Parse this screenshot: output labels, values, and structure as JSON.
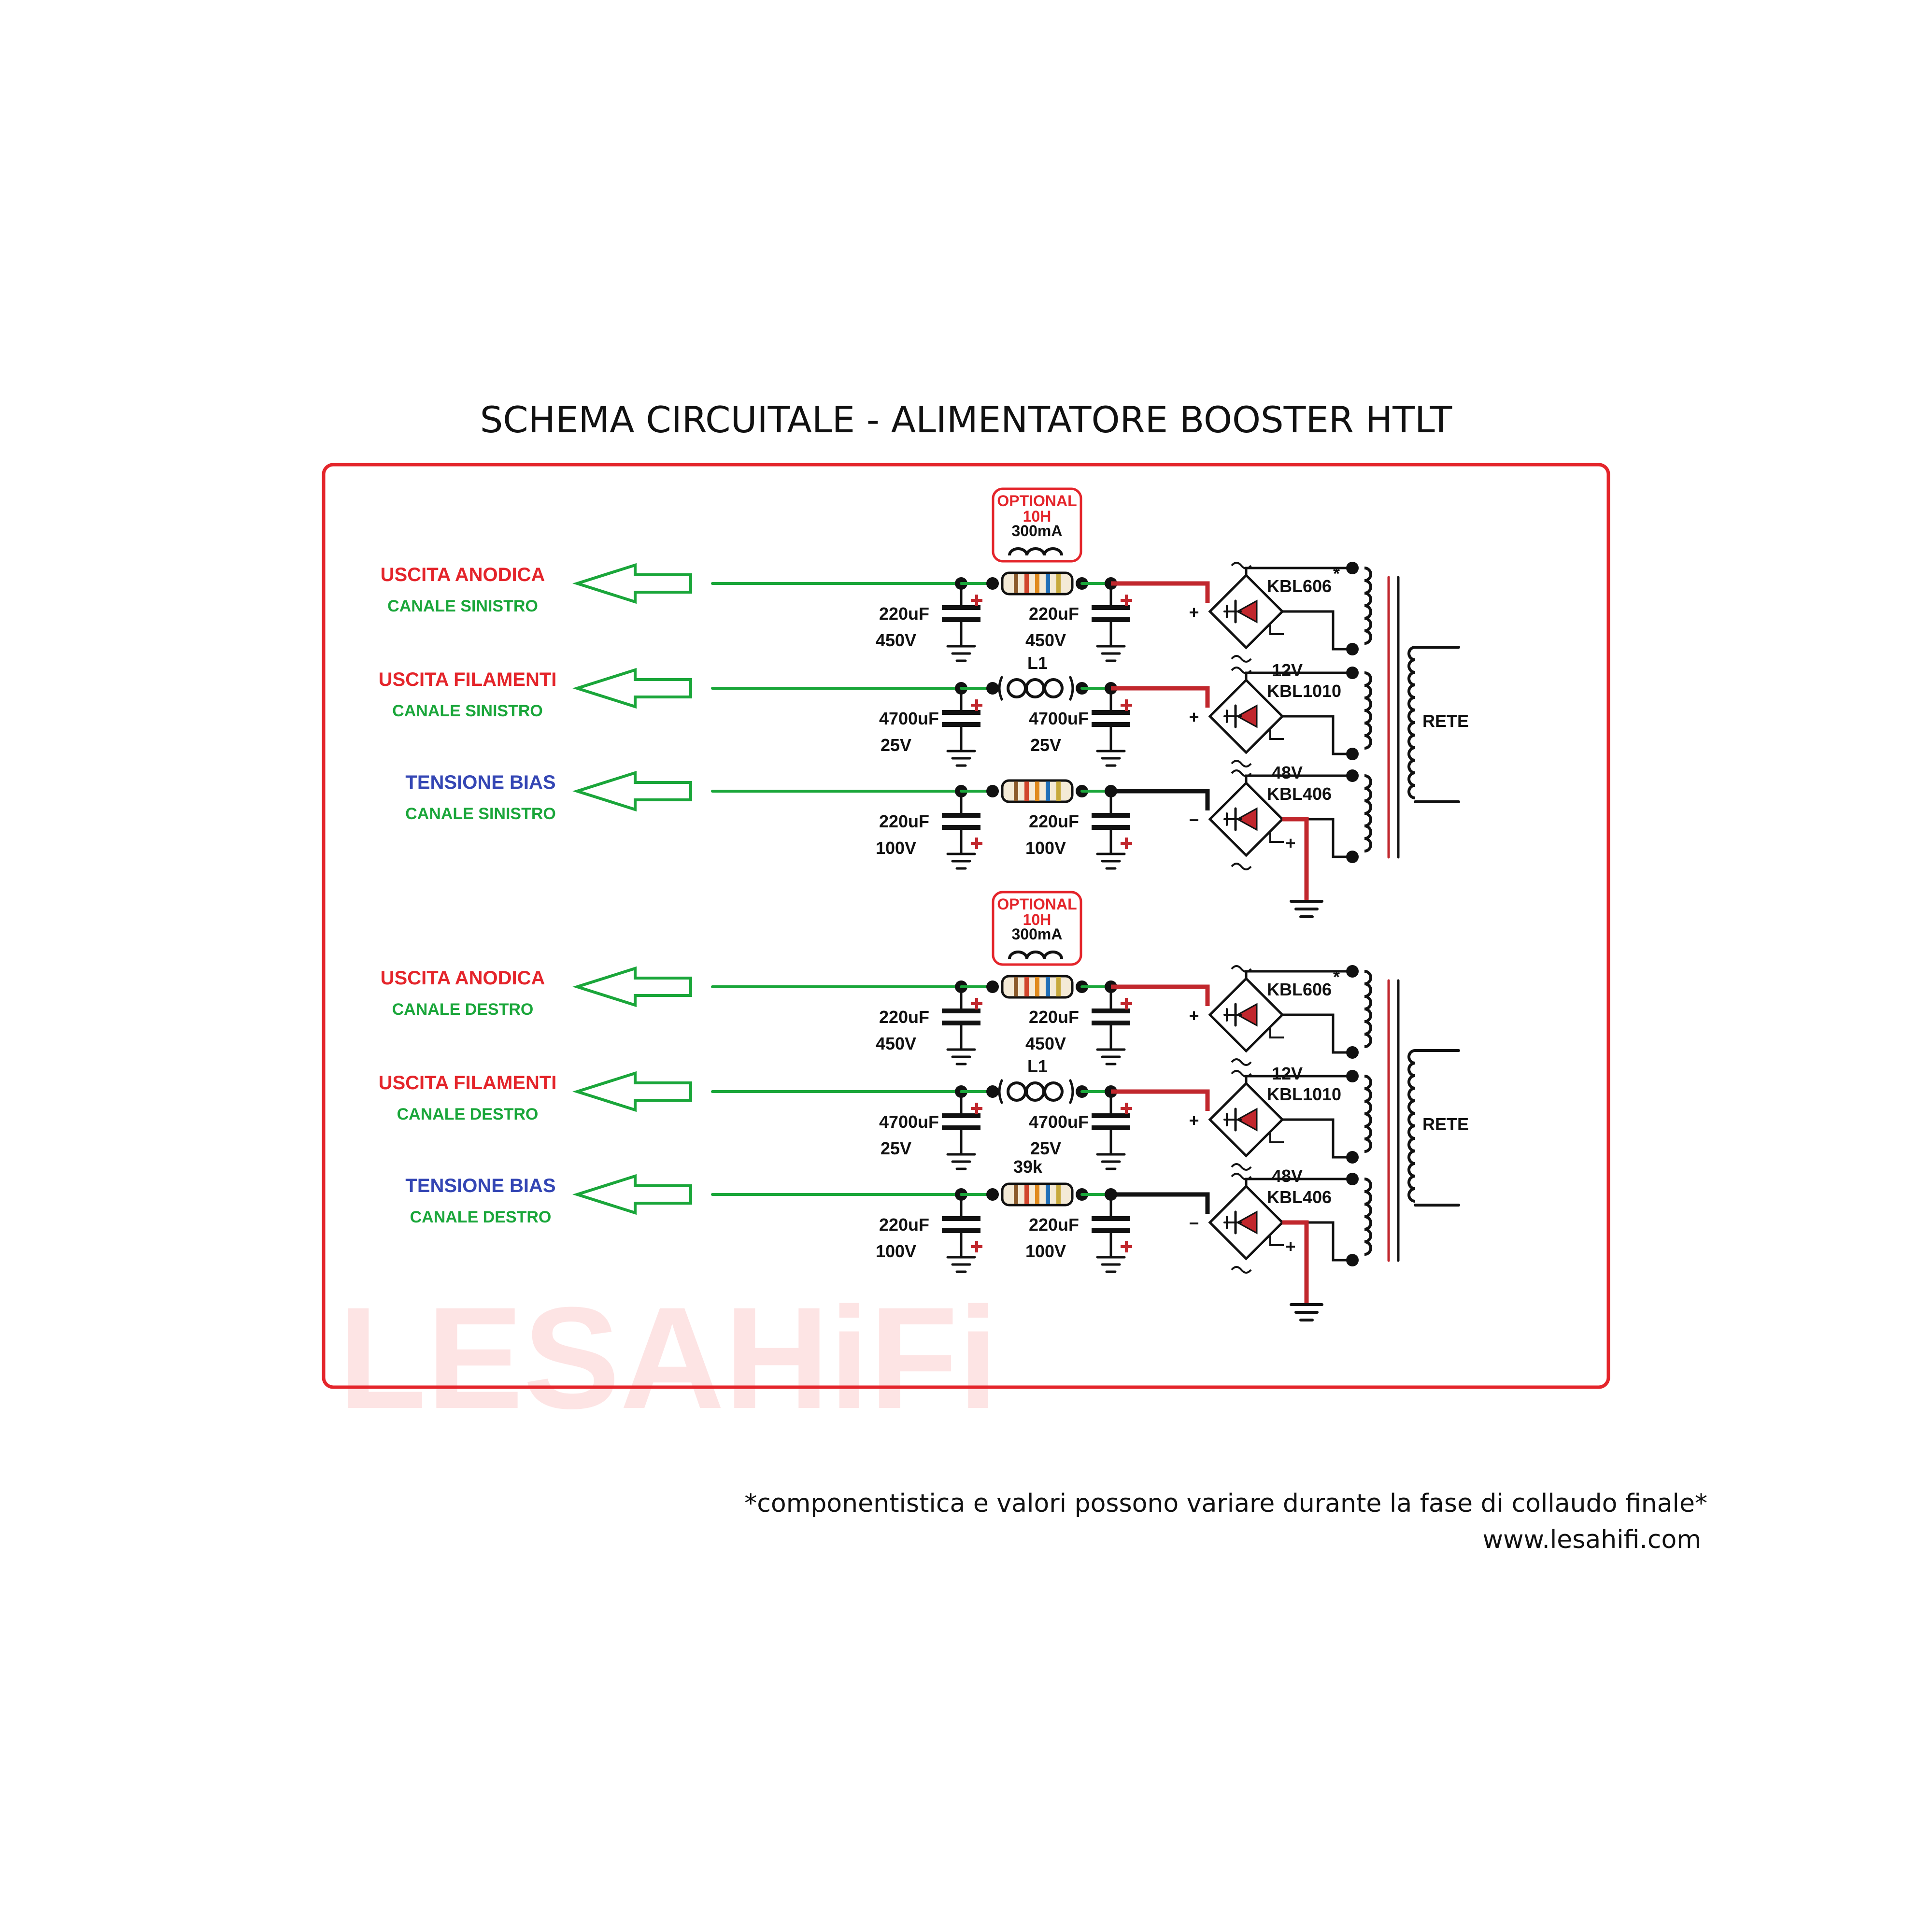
{
  "title": "SCHEMA CIRCUITALE - ALIMENTATORE BOOSTER HTLT",
  "colors": {
    "frame": "#e4252b",
    "green_wire": "#1aa63a",
    "red_wire": "#c1272d",
    "blue_label": "#3446b4",
    "black_wire": "#111111",
    "watermark": "#fde2e2"
  },
  "watermark": "LESAHiFi",
  "footer": {
    "note": "*componentistica e valori possono variare durante la fase di collaudo finale*",
    "url": "www.lesahifi.com"
  },
  "channels": [
    {
      "anodic": {
        "label": "USCITA ANODICA",
        "sub": "CANALE SINISTRO"
      },
      "filament": {
        "label": "USCITA FILAMENTI",
        "sub": "CANALE SINISTRO"
      },
      "bias": {
        "label": "TENSIONE BIAS",
        "sub": "CANALE SINISTRO"
      },
      "optional": {
        "line1": "OPTIONAL",
        "line2": "10H",
        "line3": "300mA"
      },
      "anodic_caps": {
        "c1_value": "220",
        "c1_unit": "uF",
        "c1_voltage": "450V",
        "c2_value": "220",
        "c2_unit": "uF",
        "c2_voltage": "450V"
      },
      "filament_caps": {
        "inductor": "L1",
        "c1_value": "4700",
        "c1_unit": "uF",
        "c1_voltage": "25V",
        "c2_value": "4700",
        "c2_unit": "uF",
        "c2_voltage": "25V"
      },
      "bias_caps": {
        "resistor": "",
        "c1_value": "220",
        "c1_unit": "uF",
        "c1_voltage": "100V",
        "c2_value": "220",
        "c2_unit": "uF",
        "c2_voltage": "100V"
      },
      "bridges": [
        "KBL606",
        "KBL1010",
        "KBL406"
      ],
      "secondary_12v": "12V",
      "secondary_48v": "48V",
      "mains": "RETE",
      "star": "*",
      "plus": "+",
      "minus": "−"
    },
    {
      "anodic": {
        "label": "USCITA ANODICA",
        "sub": "CANALE DESTRO"
      },
      "filament": {
        "label": "USCITA FILAMENTI",
        "sub": "CANALE DESTRO"
      },
      "bias": {
        "label": "TENSIONE BIAS",
        "sub": "CANALE DESTRO"
      },
      "optional": {
        "line1": "OPTIONAL",
        "line2": "10H",
        "line3": "300mA"
      },
      "anodic_caps": {
        "c1_value": "220",
        "c1_unit": "uF",
        "c1_voltage": "450V",
        "c2_value": "220",
        "c2_unit": "uF",
        "c2_voltage": "450V"
      },
      "filament_caps": {
        "inductor": "L1",
        "c1_value": "4700",
        "c1_unit": "uF",
        "c1_voltage": "25V",
        "c2_value": "4700",
        "c2_unit": "uF",
        "c2_voltage": "25V"
      },
      "bias_caps": {
        "resistor": "39k",
        "c1_value": "220",
        "c1_unit": "uF",
        "c1_voltage": "100V",
        "c2_value": "220",
        "c2_unit": "uF",
        "c2_voltage": "100V"
      },
      "bridges": [
        "KBL606",
        "KBL1010",
        "KBL406"
      ],
      "secondary_12v": "12V",
      "secondary_48v": "48V",
      "mains": "RETE",
      "star": "*",
      "plus": "+",
      "minus": "−"
    }
  ]
}
